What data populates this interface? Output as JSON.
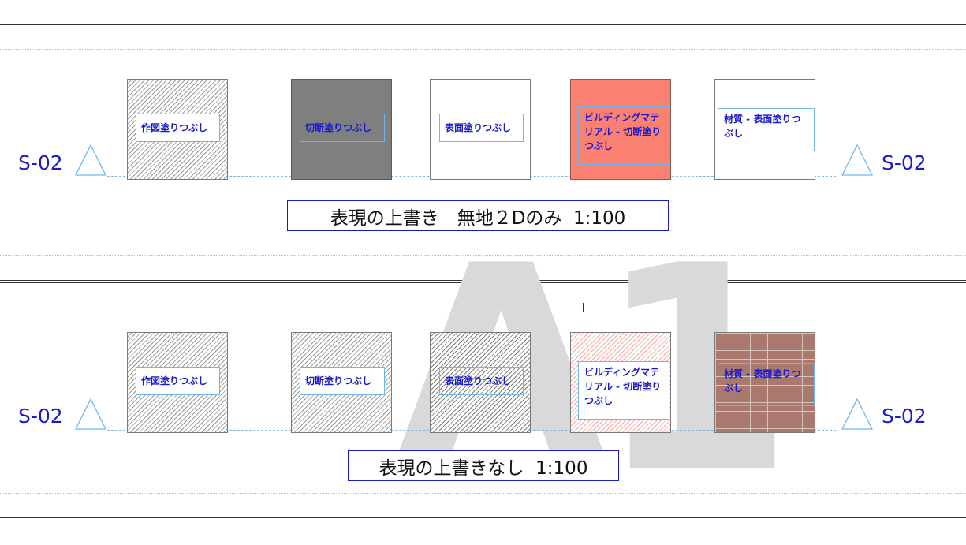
{
  "watermark": "A1",
  "section_marker": "S-02",
  "colors": {
    "label_text": "#1a1acc",
    "label_border": "#6fb7e8",
    "section_line": "#7fb8e3",
    "dark_fill": "#7f7f7f",
    "red_fill": "#fa8072",
    "watermark": "#d9d9d9"
  },
  "top": {
    "caption": "表現の上書き　無地２Dのみ  1:100",
    "swatches": [
      {
        "label": "作図塗りつぶし",
        "fill": "hatch"
      },
      {
        "label": "切断塗りつぶし",
        "fill": "solid-gray"
      },
      {
        "label": "表面塗りつぶし",
        "fill": "none"
      },
      {
        "label": "ビルディングマテリアル - 切断塗りつぶし",
        "fill": "solid-salmon"
      },
      {
        "label": "材質 - 表面塗りつぶし",
        "fill": "none"
      }
    ]
  },
  "bottom": {
    "caption": "表現の上書きなし  1:100",
    "swatches": [
      {
        "label": "作図塗りつぶし",
        "fill": "hatch"
      },
      {
        "label": "切断塗りつぶし",
        "fill": "hatch"
      },
      {
        "label": "表面塗りつぶし",
        "fill": "hatch-dark"
      },
      {
        "label": "ビルディングマテリアル - 切断塗りつぶし",
        "fill": "hatch-red"
      },
      {
        "label": "材質 - 表面塗りつぶし",
        "fill": "brick"
      }
    ]
  }
}
